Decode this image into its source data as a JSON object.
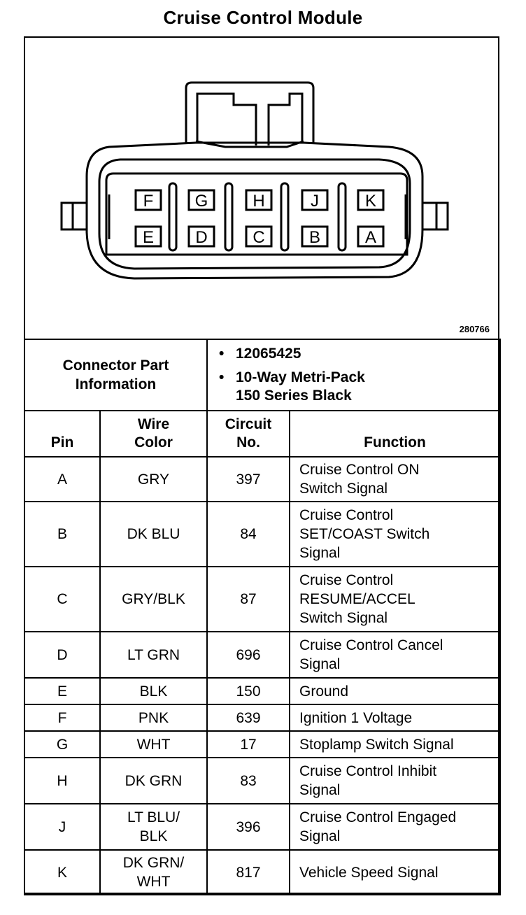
{
  "title": "Cruise Control Module",
  "diagram": {
    "reference_number": "280766",
    "pins_top": [
      "F",
      "G",
      "H",
      "J",
      "K"
    ],
    "pins_bottom": [
      "E",
      "D",
      "C",
      "B",
      "A"
    ]
  },
  "connector_info": {
    "label_line1": "Connector Part",
    "label_line2": "Information",
    "part_number": "12065425",
    "description_line1": "10-Way Metri-Pack",
    "description_line2": "150 Series Black"
  },
  "table": {
    "headers": {
      "pin": "Pin",
      "wire_color_line1": "Wire",
      "wire_color_line2": "Color",
      "circuit_line1": "Circuit",
      "circuit_line2": "No.",
      "function": "Function"
    },
    "rows": [
      {
        "pin": "A",
        "color": [
          "GRY"
        ],
        "circuit": "397",
        "function": [
          "Cruise Control ON",
          "Switch Signal"
        ]
      },
      {
        "pin": "B",
        "color": [
          "DK BLU"
        ],
        "circuit": "84",
        "function": [
          "Cruise Control",
          "SET/COAST Switch",
          "Signal"
        ]
      },
      {
        "pin": "C",
        "color": [
          "GRY/BLK"
        ],
        "circuit": "87",
        "function": [
          "Cruise Control",
          "RESUME/ACCEL",
          "Switch Signal"
        ]
      },
      {
        "pin": "D",
        "color": [
          "LT GRN"
        ],
        "circuit": "696",
        "function": [
          "Cruise Control Cancel",
          "Signal"
        ]
      },
      {
        "pin": "E",
        "color": [
          "BLK"
        ],
        "circuit": "150",
        "function": [
          "Ground"
        ]
      },
      {
        "pin": "F",
        "color": [
          "PNK"
        ],
        "circuit": "639",
        "function": [
          "Ignition 1 Voltage"
        ]
      },
      {
        "pin": "G",
        "color": [
          "WHT"
        ],
        "circuit": "17",
        "function": [
          "Stoplamp Switch Signal"
        ]
      },
      {
        "pin": "H",
        "color": [
          "DK GRN"
        ],
        "circuit": "83",
        "function": [
          "Cruise Control Inhibit",
          "Signal"
        ]
      },
      {
        "pin": "J",
        "color": [
          "LT BLU/",
          "BLK"
        ],
        "circuit": "396",
        "function": [
          "Cruise Control Engaged",
          "Signal"
        ]
      },
      {
        "pin": "K",
        "color": [
          "DK GRN/",
          "WHT"
        ],
        "circuit": "817",
        "function": [
          "Vehicle Speed Signal"
        ]
      }
    ]
  }
}
